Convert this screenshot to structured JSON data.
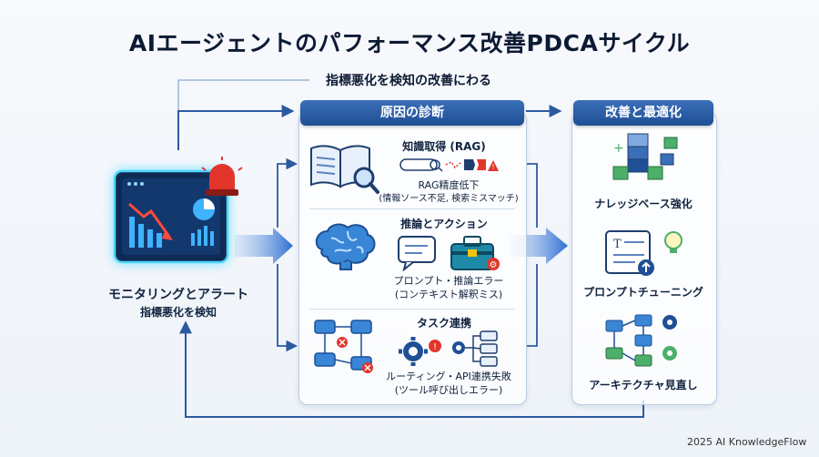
{
  "title": "AIエージェントのパフォーマンス改善PDCAサイクル",
  "loop_label": "指標悪化を検知の改善にわる",
  "monitoring": {
    "title": "モニタリングとアラート",
    "subtitle": "指標悪化を検知"
  },
  "diagnosis": {
    "header": "原因の診断",
    "sections": [
      {
        "title": "知識取得 (RAG)",
        "line1": "RAG精度低下",
        "line2": "(情報ソース不足, 検索ミスマッチ)"
      },
      {
        "title": "推論とアクション",
        "line1": "プロンプト・推論エラー",
        "line2": "(コンテキスト解釈ミス)"
      },
      {
        "title": "タスク連携",
        "line1": "ルーティング・API連携失敗",
        "line2": "(ツール呼び出しエラー)"
      }
    ]
  },
  "improvement": {
    "header": "改善と最適化",
    "items": [
      {
        "label": "ナレッジベース強化"
      },
      {
        "label": "プロンプトチューニング"
      },
      {
        "label": "アーキテクチャ見直し"
      }
    ]
  },
  "credit": "2025 AI KnowledgeFlow",
  "colors": {
    "primary": "#1f4f95",
    "accent": "#2f6fd1",
    "alert": "#e2352b",
    "green": "#4caf6a"
  }
}
